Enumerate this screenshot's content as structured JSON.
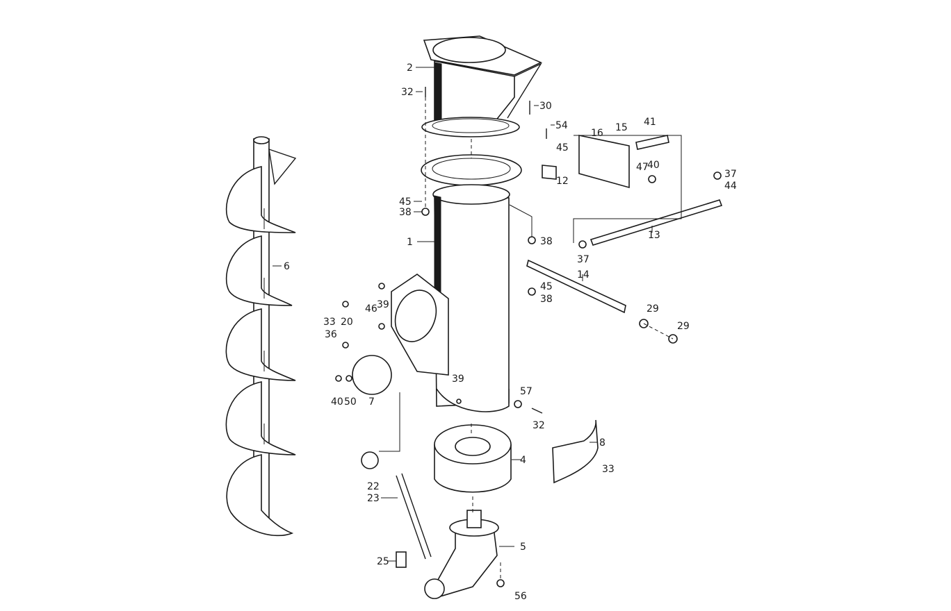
{
  "diagram": {
    "colors": {
      "ink": "#1a1a1a",
      "paper": "#ffffff"
    },
    "labels": {
      "l1": "1",
      "l2": "2",
      "l4": "4",
      "l5": "5",
      "l6": "6",
      "l7": "7",
      "l8": "8",
      "l12": "12",
      "l13": "13",
      "l14": "14",
      "l15": "15",
      "l16": "16",
      "l20": "20",
      "l22": "22",
      "l23": "23",
      "l25": "25",
      "l29a": "29",
      "l29b": "29",
      "l30": "30",
      "l32a": "32",
      "l32b": "32",
      "l33a": "33",
      "l33b": "33",
      "l36": "36",
      "l37a": "37",
      "l37b": "37",
      "l38a": "38",
      "l38b": "38",
      "l38c": "38",
      "l39a": "39",
      "l39b": "39",
      "l40a": "40",
      "l40b": "40",
      "l41": "41",
      "l44": "44",
      "l45a": "45",
      "l45b": "45",
      "l45c": "45",
      "l46": "46",
      "l47": "47",
      "l50": "50",
      "l54": "54",
      "l56": "56",
      "l57": "57"
    }
  }
}
